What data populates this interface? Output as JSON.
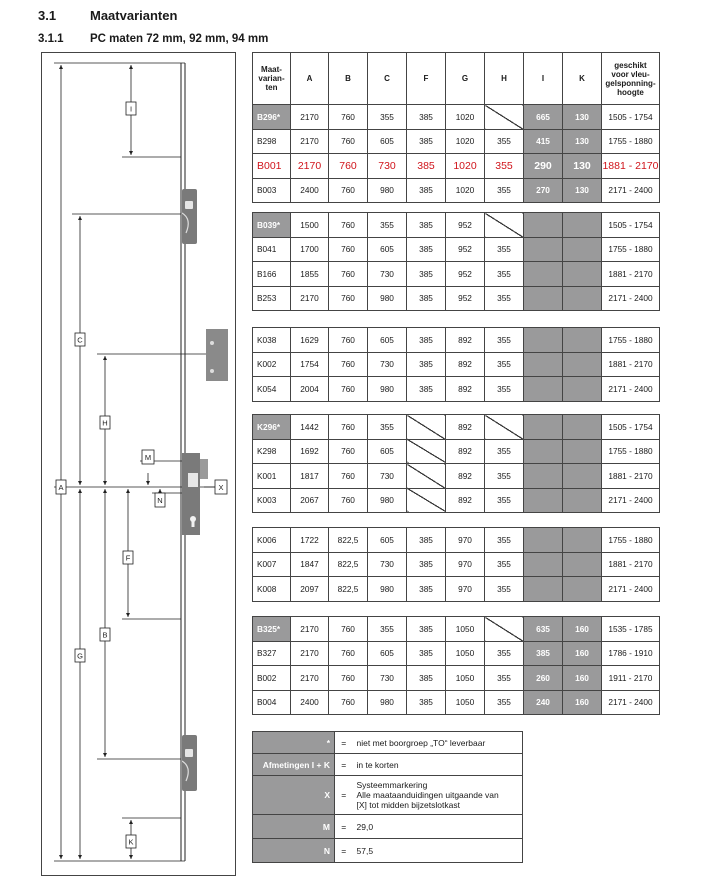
{
  "heading": {
    "num": "3.1",
    "title": "Maatvarianten"
  },
  "subheading": {
    "num": "3.1.1",
    "title": "PC maten 72 mm, 92 mm, 94 mm"
  },
  "drawing_labels": {
    "I": "I",
    "C": "C",
    "H": "H",
    "M": "M",
    "A": "A",
    "N": "N",
    "X": "X",
    "F": "F",
    "B": "B",
    "G": "G",
    "K": "K"
  },
  "table_headers": [
    "Maat-\nvarian-\nten",
    "A",
    "B",
    "C",
    "F",
    "G",
    "H",
    "I",
    "K",
    "geschikt\nvoor vleu-\ngelsponning-\nhoogte"
  ],
  "groups": [
    {
      "rows": [
        {
          "v": "B296*",
          "vg": true,
          "c": [
            "2170",
            "760",
            "355",
            "385",
            "1020",
            "",
            "665",
            "130",
            "1505 - 1754"
          ],
          "na": [
            5
          ],
          "gr": [
            6,
            7
          ]
        },
        {
          "v": "B298",
          "c": [
            "2170",
            "760",
            "605",
            "385",
            "1020",
            "355",
            "415",
            "130",
            "1755 - 1880"
          ],
          "gr": [
            6,
            7
          ]
        },
        {
          "v": "B001",
          "red": true,
          "c": [
            "2170",
            "760",
            "730",
            "385",
            "1020",
            "355",
            "290",
            "130",
            "1881 - 2170"
          ],
          "gr": [
            6,
            7
          ]
        },
        {
          "v": "B003",
          "c": [
            "2400",
            "760",
            "980",
            "385",
            "1020",
            "355",
            "270",
            "130",
            "2171 - 2400"
          ],
          "gr": [
            6,
            7
          ]
        }
      ]
    },
    {
      "rows": [
        {
          "v": "B039*",
          "vg": true,
          "c": [
            "1500",
            "760",
            "355",
            "385",
            "952",
            "",
            "",
            "",
            "1505 - 1754"
          ],
          "na": [
            5
          ],
          "gr": [
            6,
            7
          ]
        },
        {
          "v": "B041",
          "c": [
            "1700",
            "760",
            "605",
            "385",
            "952",
            "355",
            "",
            "",
            "1755 - 1880"
          ],
          "gr": [
            6,
            7
          ]
        },
        {
          "v": "B166",
          "c": [
            "1855",
            "760",
            "730",
            "385",
            "952",
            "355",
            "",
            "",
            "1881 - 2170"
          ],
          "gr": [
            6,
            7
          ]
        },
        {
          "v": "B253",
          "c": [
            "2170",
            "760",
            "980",
            "385",
            "952",
            "355",
            "",
            "",
            "2171 - 2400"
          ],
          "gr": [
            6,
            7
          ]
        }
      ]
    },
    {
      "rows": [
        {
          "v": "K038",
          "c": [
            "1629",
            "760",
            "605",
            "385",
            "892",
            "355",
            "",
            "",
            "1755 - 1880"
          ],
          "gr": [
            6,
            7
          ]
        },
        {
          "v": "K002",
          "c": [
            "1754",
            "760",
            "730",
            "385",
            "892",
            "355",
            "",
            "",
            "1881 - 2170"
          ],
          "gr": [
            6,
            7
          ]
        },
        {
          "v": "K054",
          "c": [
            "2004",
            "760",
            "980",
            "385",
            "892",
            "355",
            "",
            "",
            "2171 - 2400"
          ],
          "gr": [
            6,
            7
          ]
        }
      ]
    },
    {
      "rows": [
        {
          "v": "K296*",
          "vg": true,
          "c": [
            "1442",
            "760",
            "355",
            "",
            "892",
            "",
            "",
            "",
            "1505 - 1754"
          ],
          "na": [
            3,
            5
          ],
          "gr": [
            6,
            7
          ]
        },
        {
          "v": "K298",
          "c": [
            "1692",
            "760",
            "605",
            "",
            "892",
            "355",
            "",
            "",
            "1755 - 1880"
          ],
          "na": [
            3
          ],
          "gr": [
            6,
            7
          ]
        },
        {
          "v": "K001",
          "c": [
            "1817",
            "760",
            "730",
            "",
            "892",
            "355",
            "",
            "",
            "1881 - 2170"
          ],
          "na": [
            3
          ],
          "gr": [
            6,
            7
          ]
        },
        {
          "v": "K003",
          "c": [
            "2067",
            "760",
            "980",
            "",
            "892",
            "355",
            "",
            "",
            "2171 - 2400"
          ],
          "na": [
            3
          ],
          "gr": [
            6,
            7
          ]
        }
      ]
    },
    {
      "rows": [
        {
          "v": "K006",
          "c": [
            "1722",
            "822,5",
            "605",
            "385",
            "970",
            "355",
            "",
            "",
            "1755 - 1880"
          ],
          "gr": [
            6,
            7
          ]
        },
        {
          "v": "K007",
          "c": [
            "1847",
            "822,5",
            "730",
            "385",
            "970",
            "355",
            "",
            "",
            "1881 - 2170"
          ],
          "gr": [
            6,
            7
          ]
        },
        {
          "v": "K008",
          "c": [
            "2097",
            "822,5",
            "980",
            "385",
            "970",
            "355",
            "",
            "",
            "2171 - 2400"
          ],
          "gr": [
            6,
            7
          ]
        }
      ]
    },
    {
      "rows": [
        {
          "v": "B325*",
          "vg": true,
          "c": [
            "2170",
            "760",
            "355",
            "385",
            "1050",
            "",
            "635",
            "160",
            "1535 - 1785"
          ],
          "na": [
            5
          ],
          "gr": [
            6,
            7
          ]
        },
        {
          "v": "B327",
          "c": [
            "2170",
            "760",
            "605",
            "385",
            "1050",
            "355",
            "385",
            "160",
            "1786 - 1910"
          ],
          "gr": [
            6,
            7
          ]
        },
        {
          "v": "B002",
          "c": [
            "2170",
            "760",
            "730",
            "385",
            "1050",
            "355",
            "260",
            "160",
            "1911 - 2170"
          ],
          "gr": [
            6,
            7
          ]
        },
        {
          "v": "B004",
          "c": [
            "2400",
            "760",
            "980",
            "385",
            "1050",
            "355",
            "240",
            "160",
            "2171 - 2400"
          ],
          "gr": [
            6,
            7
          ]
        }
      ]
    }
  ],
  "legend": [
    {
      "key": "*",
      "eq": "=",
      "text": "niet met boorgroep „TO“ leverbaar"
    },
    {
      "key": "Afmetingen I + K",
      "eq": "=",
      "text": "in te korten"
    },
    {
      "key": "X",
      "eq": "=",
      "text": "Systeemmarkering\nAlle maataanduidingen uitgaande van\n[X] tot midden bijzetslotkast"
    },
    {
      "key": "M",
      "eq": "=",
      "text": "29,0"
    },
    {
      "key": "N",
      "eq": "=",
      "text": "57,5"
    }
  ]
}
